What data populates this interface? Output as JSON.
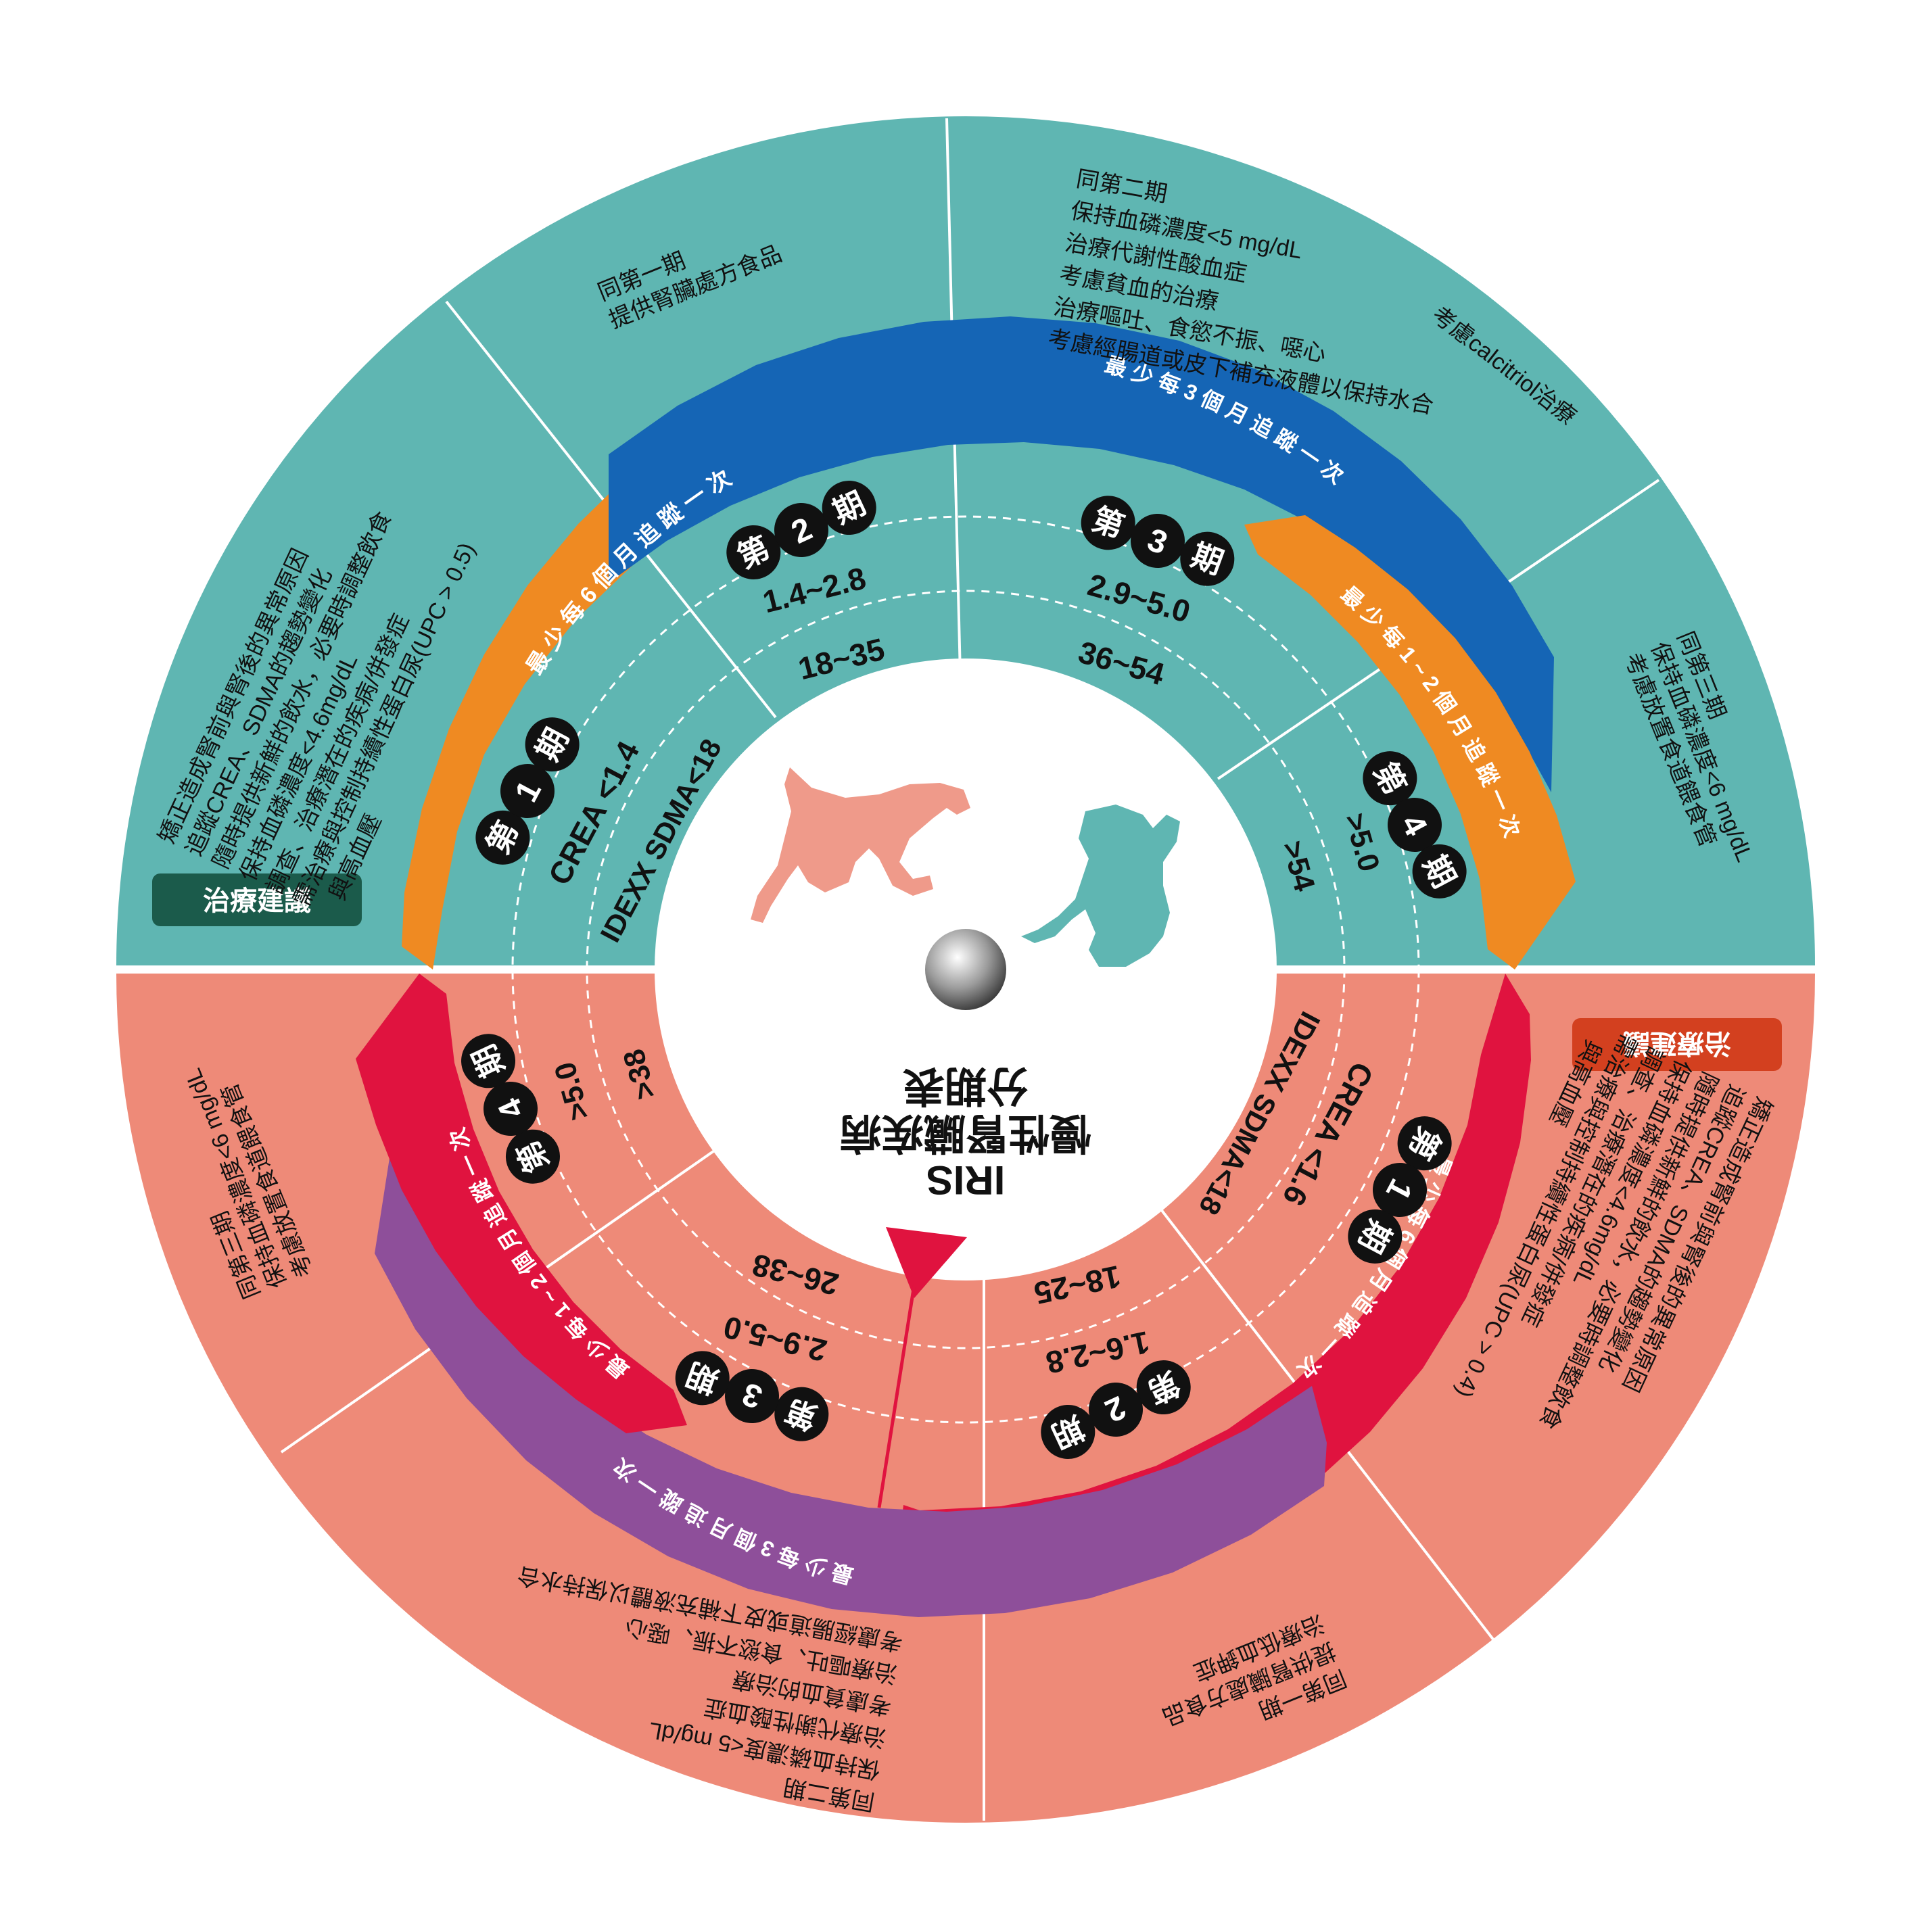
{
  "colors": {
    "teal": "#5fb6b2",
    "salmon": "#ee8a78",
    "blue": "#1565b5",
    "orange": "#ef8a22",
    "crimson": "#e0133f",
    "purple": "#8e4f9a",
    "dark_green": "#1b5b4b",
    "red_badge": "#d3401f",
    "dog_color": "#ef9a8a",
    "cat_color": "#5fb6b2"
  },
  "center": {
    "title_line1": "IRIS",
    "title_line2": "慢性腎臟疾病",
    "title_line3": "分期表"
  },
  "badges": {
    "top": "治療建議",
    "bottom": "治療建議"
  },
  "top_half": {
    "stages": [
      {
        "prefix": "第",
        "number": "1",
        "suffix": "期",
        "crea": "CREA <1.4",
        "sdma": "IDEXX SDMA<18"
      },
      {
        "prefix": "第",
        "number": "2",
        "suffix": "期",
        "crea": "1.4~2.8",
        "sdma": "18~35"
      },
      {
        "prefix": "第",
        "number": "3",
        "suffix": "期",
        "crea": "2.9~5.0",
        "sdma": "36~54"
      },
      {
        "prefix": "第",
        "number": "4",
        "suffix": "期",
        "crea": ">5.0",
        "sdma": ">54"
      }
    ],
    "arc_orange_6": "最 少 每 6 個 月 追 蹤 一 次",
    "arc_blue_3": "最 少 每 3 個 月 追 蹤 一 次",
    "arc_orange_12": "最 少 每 1 ~ 2 個 月 追 蹤 一 次",
    "recommendations": {
      "stage1": [
        "矯正造成腎前與腎後的異常原因",
        "追蹤CREA、SDMA的趨勢變化",
        "隨時提供新鮮的飲水，必要時調整飲食",
        "保持血磷濃度<4.6mg/dL",
        "調查、治療潛在的疾病/併發症",
        "需治療與控制持續性蛋白尿(UPC > 0.5)",
        "與高血壓"
      ],
      "stage2": [
        "同第一期",
        "提供腎臟處方食品"
      ],
      "stage3": [
        "同第二期",
        "保持血磷濃度<5 mg/dL",
        "治療代謝性酸血症",
        "考慮貧血的治療",
        "治療嘔吐、食慾不振、噁心",
        "考慮經腸道或皮下補充液體以保持水合"
      ],
      "stage3_extra": [
        "考慮calcitriol治療"
      ],
      "stage4": [
        "同第三期",
        "保持血磷濃度<6 mg/dL",
        "考慮放置食道餵食管"
      ]
    }
  },
  "bottom_half": {
    "stages": [
      {
        "prefix": "第",
        "number": "1",
        "suffix": "期",
        "crea": "CREA <1.6",
        "sdma": "IDEXX SDMA<18"
      },
      {
        "prefix": "第",
        "number": "2",
        "suffix": "期",
        "crea": "1.6~2.8",
        "sdma": "18~25"
      },
      {
        "prefix": "第",
        "number": "3",
        "suffix": "期",
        "crea": "2.9~5.0",
        "sdma": "26~38"
      },
      {
        "prefix": "第",
        "number": "4",
        "suffix": "期",
        "crea": ">5.0",
        "sdma": ">38"
      }
    ],
    "arc_crimson_6": "最 少 每 6 個 月 追 蹤 一 次",
    "arc_purple_3": "最 少 每 3 個 月 追 蹤 一 次",
    "arc_crimson_12": "最 少 每 1 ~ 2 個 月 追 蹤 一 次",
    "recommendations": {
      "stage1": [
        "矯正造成腎前與腎後的異常原因",
        "追蹤CREA、SDMA的趨勢變化",
        "隨時提供新鮮的飲水，必要時調整飲食",
        "保持血磷濃度<4.6mg/dL",
        "調查、治療潛在的疾病/併發症",
        "需治療與控制持續性蛋白尿(UPC > 0.4)",
        "與高血壓"
      ],
      "stage2": [
        "同第一期",
        "提供腎臟處方食品",
        "治療低血鉀症"
      ],
      "stage3": [
        "同第二期",
        "保持血磷濃度<5 mg/dL",
        "治療代謝性酸血症",
        "考慮貧血的治療",
        "治療嘔吐、食慾不振、噁心",
        "考慮經腸道或皮下補充液體以保持水合"
      ],
      "stage4": [
        "同第三期",
        "保持血磷濃度<6 mg/dL",
        "考慮放置食道餵食管"
      ]
    }
  }
}
